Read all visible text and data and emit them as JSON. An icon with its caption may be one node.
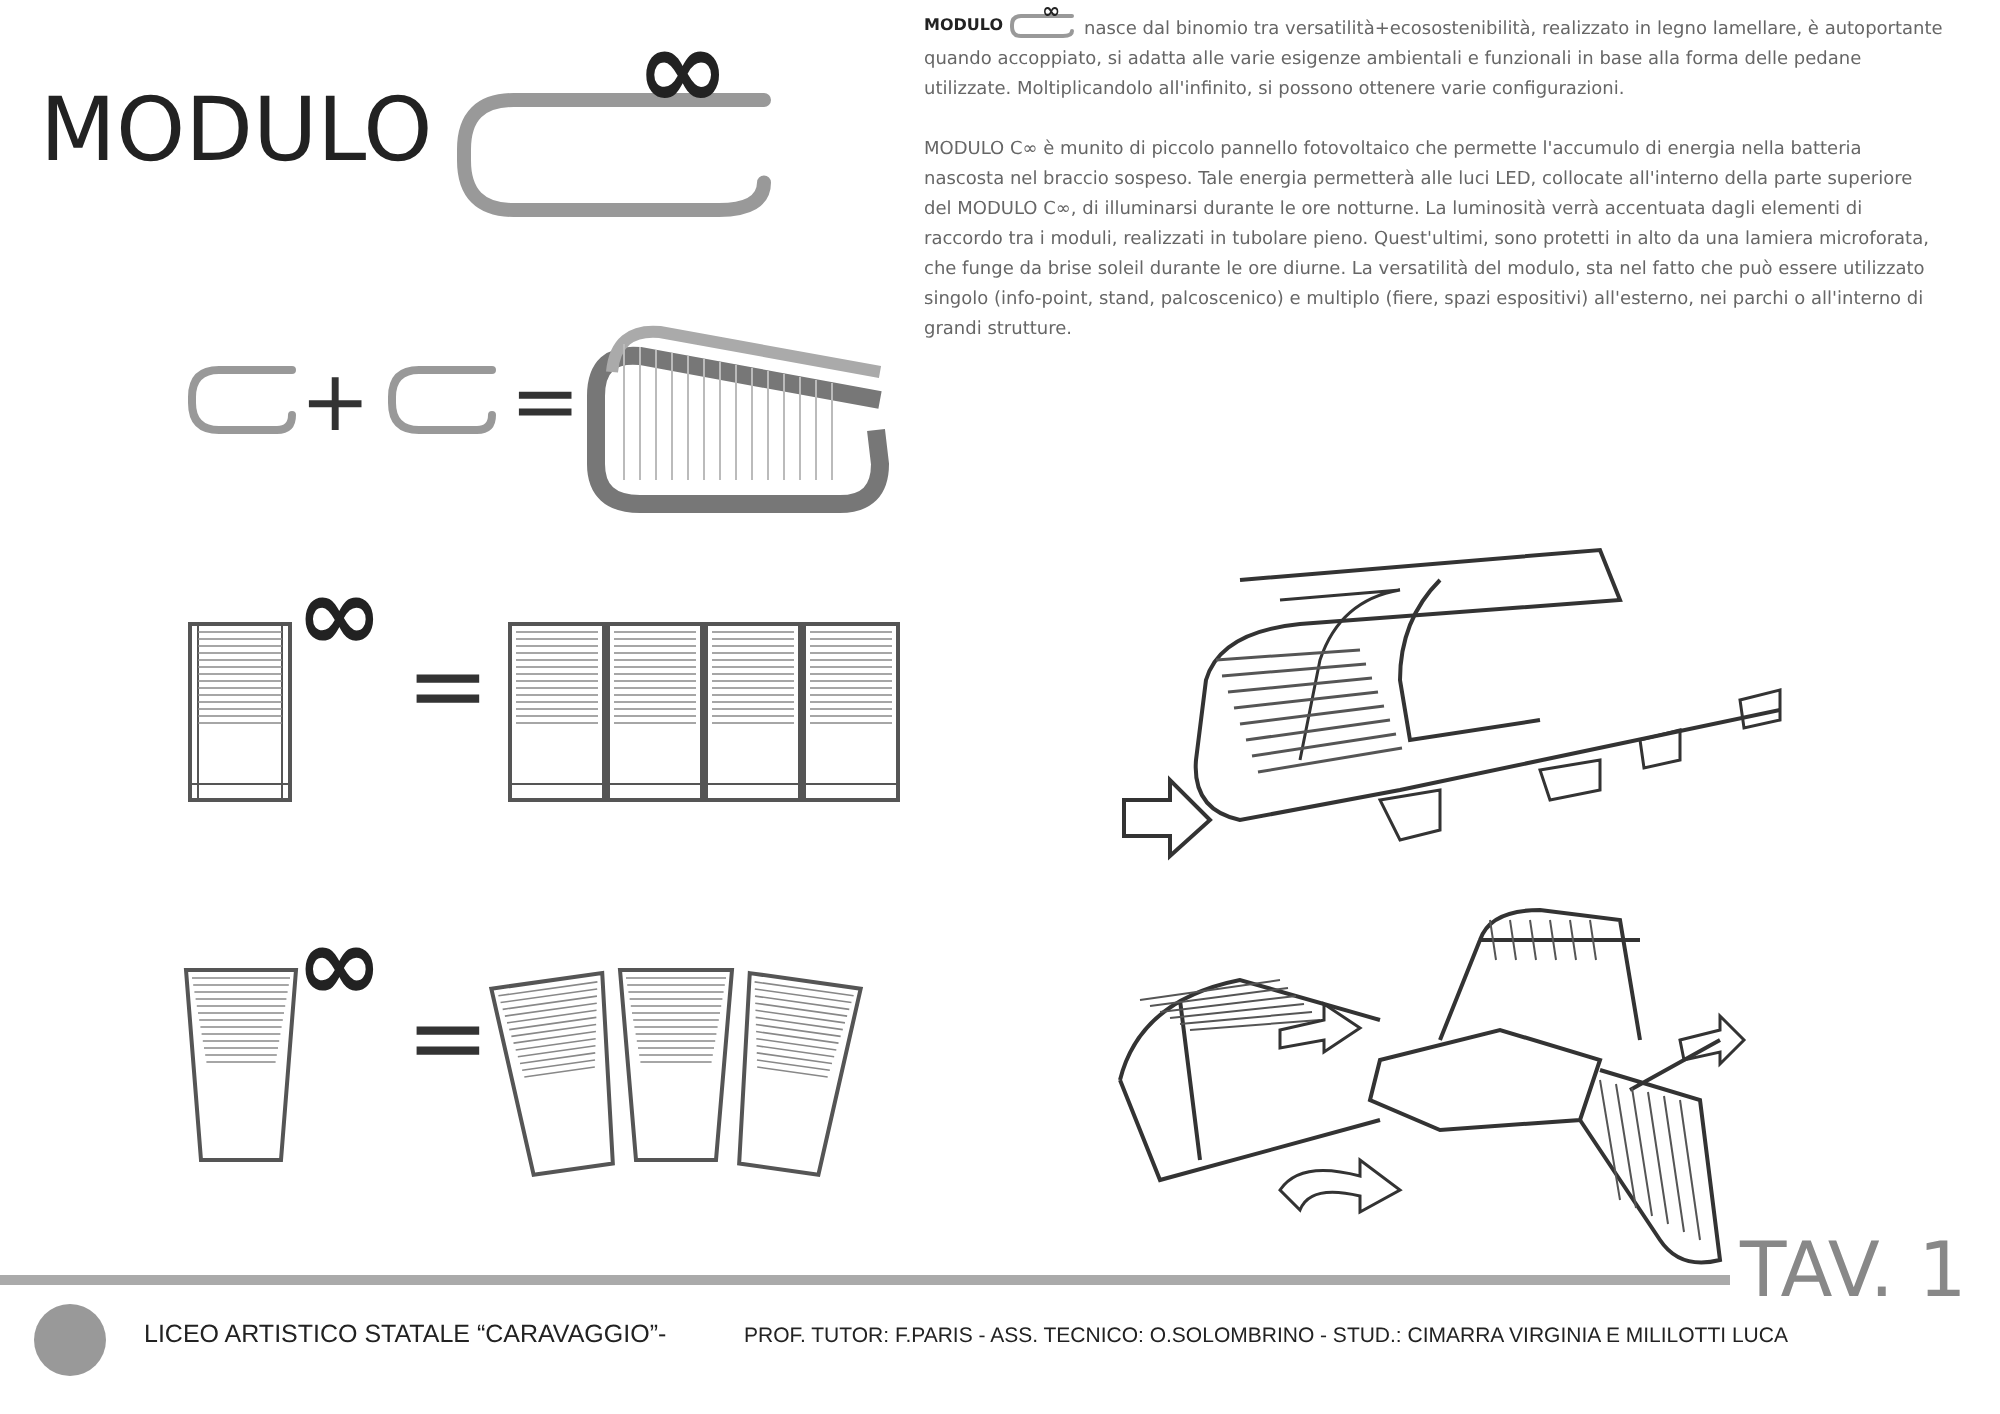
{
  "diagram": {
    "title": "MODULO",
    "labels": [
      "∞",
      "MODULO",
      "∞",
      "nasce dal binomio tra versatilità+ecosostenibilità, realizzato in legno lamellare, è autoportante quando accoppiato, si adatta alle varie esigenze ambientali e funzionali in base alla forma delle pedane utilizzate. Moltiplicandolo all'infinito, si possono ottenere varie configurazioni.",
      "MODULO C∞ è munito di piccolo pannello fotovoltaico che permette l'accumulo di energia nella batteria nascosta nel braccio sospeso. Tale energia permetterà alle luci LED, collocate all'interno della parte superiore del MODULO C∞, di illuminarsi durante le ore notturne. La luminosità verrà accentuata dagli elementi di raccordo tra i moduli, realizzati in tubolare pieno. Quest'ultimi, sono protetti in alto da una lamiera microforata, che funge da brise soleil durante le ore diurne. La versatilità del modulo, sta nel fatto che può essere utilizzato singolo (info-point, stand, palcoscenico) e multiplo (fiere, spazi espositivi) all'esterno, nei parchi o all'interno di grandi strutture.",
      "+",
      "=",
      "∞",
      "=",
      "∞",
      "=",
      "TAV. 1",
      "LICEO ARTISTICO STATALE “CARAVAGGIO”-",
      "PROF. TUTOR: F.PARIS - ASS. TECNICO: O.SOLOMBRINO - STUD.: CIMARRA VIRGINIA E MILILOTTI LUCA"
    ]
  }
}
